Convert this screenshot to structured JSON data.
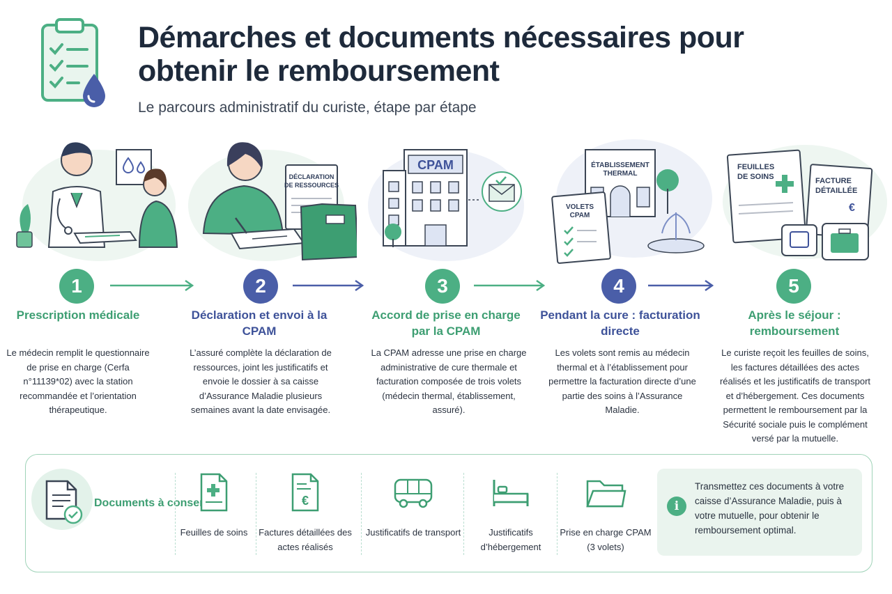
{
  "header": {
    "title": "Démarches et documents nécessaires pour obtenir le remboursement",
    "subtitle": "Le parcours administratif du curiste, étape par étape"
  },
  "colors": {
    "green": "#4caf84",
    "blue": "#4a5ea8",
    "light_green": "#e3f2ea"
  },
  "steps": [
    {
      "number": "1",
      "title": "Prescription médicale",
      "description": "Le médecin remplit le questionnaire de prise en charge (Cerfa n°11139*02) avec la station recommandée et l’orientation thérapeutique."
    },
    {
      "number": "2",
      "title": "Déclaration et envoi à la CPAM",
      "description": "L’assuré complète la déclaration de ressources, joint les justificatifs et envoie le dossier à sa caisse d’Assurance Maladie plusieurs semaines avant la date envisagée."
    },
    {
      "number": "3",
      "title": "Accord de prise en charge par la CPAM",
      "description": "La CPAM adresse une prise en charge administrative de cure thermale et facturation composée de trois volets (médecin thermal, établissement, assuré)."
    },
    {
      "number": "4",
      "title": "Pendant la cure : facturation directe",
      "description": "Les volets sont remis au médecin thermal et à l’établissement pour permettre la facturation directe d’une partie des soins à l’Assurance Maladie."
    },
    {
      "number": "5",
      "title": "Après le séjour : remboursement",
      "description": "Le curiste reçoit les feuilles de soins, les factures détaillées des actes réalisés et les justificatifs de transport et d’hébergement. Ces documents permettent le remboursement par la Sécurité sociale puis le complément versé par la mutuelle."
    }
  ],
  "illustrations": {
    "step2_doc": "DÉCLARATION DE RESSOURCES",
    "step3_building": "CPAM",
    "step4_building": "ÉTABLISSEMENT THERMAL",
    "step4_doc": "VOLETS CPAM",
    "step5_doc1": "FEUILLES DE SOINS",
    "step5_doc2": "FACTURE DÉTAILLÉE"
  },
  "documents": {
    "label": "Documents à conserver",
    "items": [
      {
        "label": "Feuilles de soins",
        "icon": "medical-sheet-icon"
      },
      {
        "label": "Factures détaillées des actes réalisés",
        "icon": "invoice-euro-icon"
      },
      {
        "label": "Justificatifs de transport",
        "icon": "bus-icon"
      },
      {
        "label": "Justificatifs d’hébergement",
        "icon": "bed-icon"
      },
      {
        "label": "Prise en charge CPAM (3 volets)",
        "icon": "folder-icon"
      }
    ],
    "info": "Transmettez ces documents à votre caisse d’Assurance Maladie, puis à votre mutuelle, pour obtenir le remboursement optimal."
  }
}
